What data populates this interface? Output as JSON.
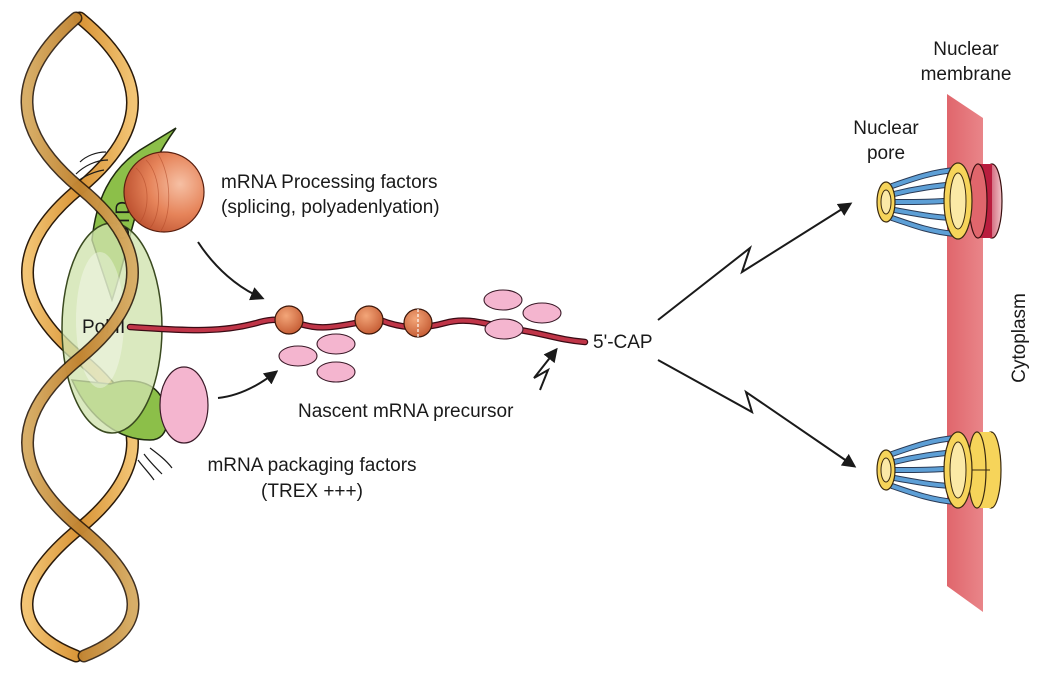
{
  "labels": {
    "nuclear_membrane": [
      "Nuclear",
      "membrane"
    ],
    "nuclear_pore": [
      "Nuclear",
      "pore"
    ],
    "processing_factors": [
      "mRNA Processing factors",
      "(splicing, polyadenlyation)"
    ],
    "packaging_factors": [
      "mRNA packaging factors",
      "(TREX +++)"
    ],
    "ctd": "CTD",
    "pol2": "Pol II",
    "cap": "5'-CAP",
    "nascent": "Nascent mRNA precursor",
    "cytoplasm": "Cytoplasm"
  },
  "colors": {
    "dna": "#e0a447",
    "polymerase": "#8dbf4c",
    "processing_factor": "#d9734a",
    "packaging_factor": "#f3b6cf",
    "rna": "#b3283b",
    "membrane": "#e06b6f",
    "pore_ring": "#f7d75c",
    "pore_fibers": "#5d9fd6"
  }
}
